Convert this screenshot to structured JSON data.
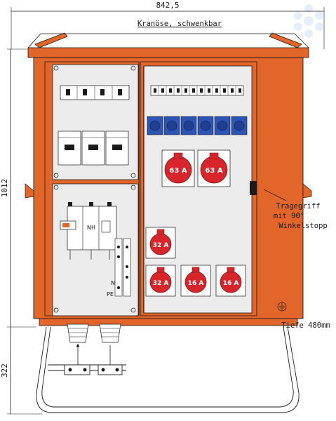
{
  "dimensions": {
    "width": "842,5",
    "height": "1012",
    "stand_height": "322"
  },
  "labels": {
    "crane_eye": "Kranöse, schwenkbar",
    "handle_line1": "Tragegriff",
    "handle_line2": "mit 90°",
    "handle_line3": "Winkelstopp",
    "depth": "Tiefe 480mm"
  },
  "terminal_labels": {
    "n": "N",
    "pe": "PE",
    "nh": "NH"
  },
  "sockets_cee": [
    {
      "rating": "63 A"
    },
    {
      "rating": "63 A"
    },
    {
      "rating": "32 A"
    },
    {
      "rating": "32 A"
    },
    {
      "rating": "16 A"
    },
    {
      "rating": "16 A"
    }
  ],
  "sockets_schuko_count": 6,
  "colors": {
    "frame_orange": "#e2662a",
    "panel_grey": "#ececec",
    "socket_red": "#d6262b",
    "schuko_blue": "#2d55b8",
    "line": "#1a1a1a"
  },
  "icons": {
    "ground": "ground-symbol-icon",
    "logo": "watermark-logo-icon"
  }
}
